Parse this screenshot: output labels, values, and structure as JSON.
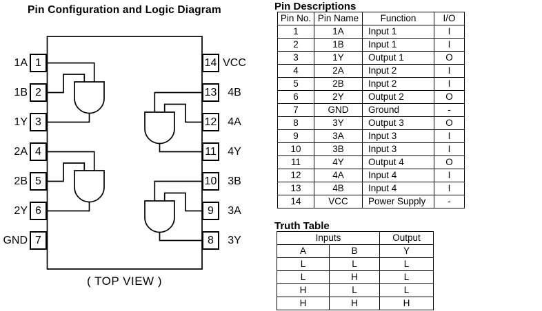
{
  "diagram": {
    "title": "Pin Configuration and Logic Diagram",
    "caption": "( TOP VIEW )",
    "gate_type": "AND",
    "line_color": "#000000",
    "left_pins": [
      {
        "number": "1",
        "label": "1A"
      },
      {
        "number": "2",
        "label": "1B"
      },
      {
        "number": "3",
        "label": "1Y"
      },
      {
        "number": "4",
        "label": "2A"
      },
      {
        "number": "5",
        "label": "2B"
      },
      {
        "number": "6",
        "label": "2Y"
      },
      {
        "number": "7",
        "label": "GND"
      }
    ],
    "right_pins": [
      {
        "number": "14",
        "label": "VCC"
      },
      {
        "number": "13",
        "label": "4B"
      },
      {
        "number": "12",
        "label": "4A"
      },
      {
        "number": "11",
        "label": "4Y"
      },
      {
        "number": "10",
        "label": "3B"
      },
      {
        "number": "9",
        "label": "3A"
      },
      {
        "number": "8",
        "label": "3Y"
      }
    ]
  },
  "pin_table": {
    "title": "Pin Descriptions",
    "headers": [
      "Pin No.",
      "Pin Name",
      "Function",
      "I/O"
    ],
    "rows": [
      [
        "1",
        "1A",
        "Input 1",
        "I"
      ],
      [
        "2",
        "1B",
        "Input 1",
        "I"
      ],
      [
        "3",
        "1Y",
        "Output 1",
        "O"
      ],
      [
        "4",
        "2A",
        "Input 2",
        "I"
      ],
      [
        "5",
        "2B",
        "Input 2",
        "I"
      ],
      [
        "6",
        "2Y",
        "Output 2",
        "O"
      ],
      [
        "7",
        "GND",
        "Ground",
        "-"
      ],
      [
        "8",
        "3Y",
        "Output 3",
        "O"
      ],
      [
        "9",
        "3A",
        "Input 3",
        "I"
      ],
      [
        "10",
        "3B",
        "Input 3",
        "I"
      ],
      [
        "11",
        "4Y",
        "Output 4",
        "O"
      ],
      [
        "12",
        "4A",
        "Input 4",
        "I"
      ],
      [
        "13",
        "4B",
        "Input 4",
        "I"
      ],
      [
        "14",
        "VCC",
        "Power Supply",
        "-"
      ]
    ]
  },
  "truth_table": {
    "title": "Truth Table",
    "group_headers": [
      "Inputs",
      "Output"
    ],
    "col_headers": [
      "A",
      "B",
      "Y"
    ],
    "rows": [
      [
        "L",
        "L",
        "L"
      ],
      [
        "L",
        "H",
        "L"
      ],
      [
        "H",
        "L",
        "L"
      ],
      [
        "H",
        "H",
        "H"
      ]
    ]
  }
}
